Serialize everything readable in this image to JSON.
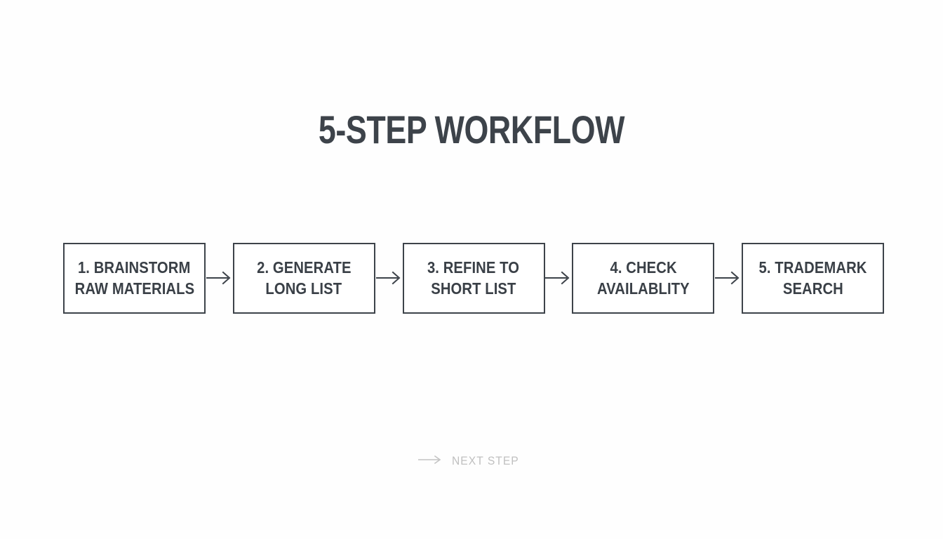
{
  "slide": {
    "title": "5-STEP WORKFLOW",
    "background_color": "#fefefe",
    "text_color": "#3d434a",
    "muted_color": "#c0c0c0",
    "border_color": "#3d434a"
  },
  "flow": {
    "connector_icon": "arrow-right-icon",
    "steps": [
      {
        "line1": "1. BRAINSTORM",
        "line2": "RAW MATERIALS"
      },
      {
        "line1": "2. GENERATE",
        "line2": "LONG LIST"
      },
      {
        "line1": "3. REFINE TO",
        "line2": "SHORT LIST"
      },
      {
        "line1": "4. CHECK",
        "line2": "AVAILABLITY"
      },
      {
        "line1": "5. TRADEMARK",
        "line2": "SEARCH"
      }
    ]
  },
  "footer": {
    "arrow_icon": "long-arrow-right-icon",
    "label": "NEXT STEP"
  }
}
